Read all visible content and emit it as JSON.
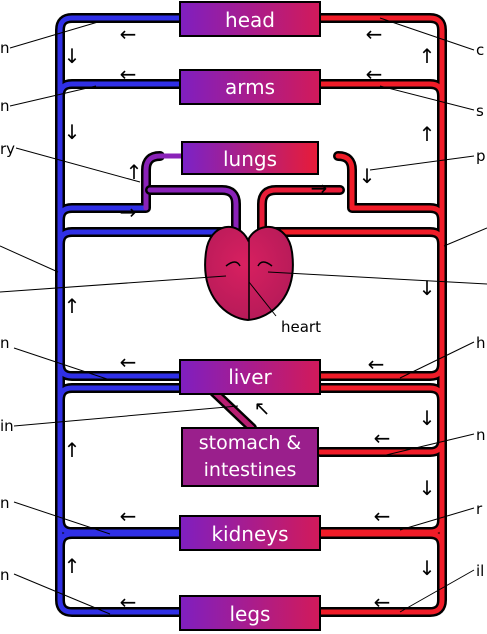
{
  "organs": {
    "head": "head",
    "arms": "arms",
    "lungs": "lungs",
    "liver": "liver",
    "stomach_line1": "stomach &",
    "stomach_line2": "intestines",
    "kidneys": "kidneys",
    "legs": "legs"
  },
  "heart_label": "heart",
  "edge_labels": {
    "left": [
      "n",
      "n",
      "ry",
      "n",
      "in",
      "n",
      "n"
    ],
    "right": [
      "c",
      "s",
      "p",
      "h",
      "n",
      "r",
      "il"
    ]
  },
  "arrows": {
    "left": "←",
    "right": "→",
    "up": "↑",
    "down": "↓",
    "up_left": "↖"
  },
  "colors": {
    "deoxygenated": "#2f2fe8",
    "oxygenated": "#f01c28",
    "mixed": "#9b1f8f",
    "heart": "#cc1f5e",
    "outline": "#000000"
  }
}
